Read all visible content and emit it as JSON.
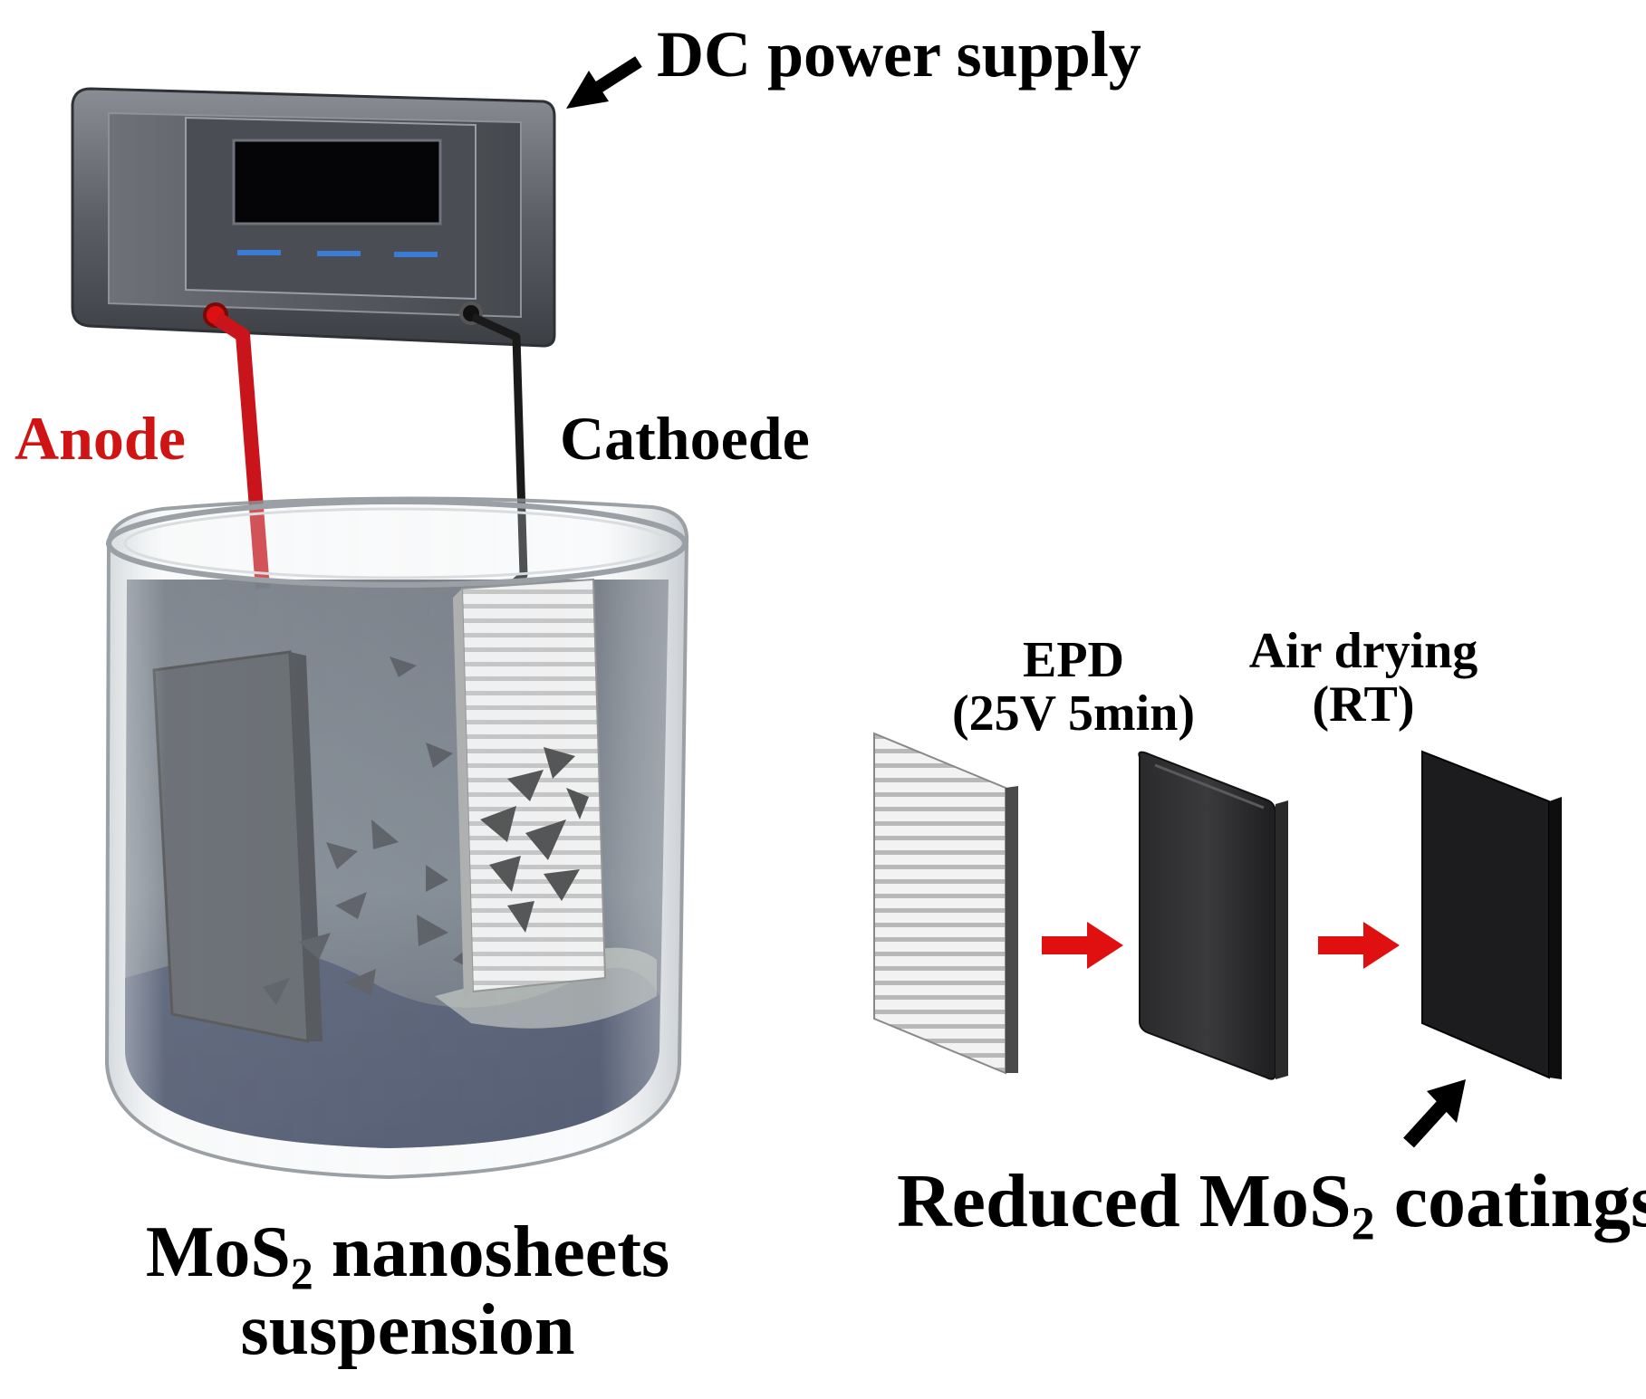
{
  "labels": {
    "power_supply": "DC power supply",
    "anode": "Anode",
    "cathode": "Cathoede",
    "epd_line1": "EPD",
    "epd_line2": "(25V 5min)",
    "air_line1": "Air drying",
    "air_line2": "(RT)",
    "reduced_prefix": "Reduced MoS",
    "reduced_sub": "2",
    "reduced_suffix": " coatings",
    "suspension_prefix": "MoS",
    "suspension_sub": "2",
    "suspension_suffix": " nanosheets",
    "suspension_line2": "suspension"
  },
  "colors": {
    "anode_wire": "#c8141a",
    "arrow_red": "#e01010",
    "cathode_wire": "#1a1a1a",
    "display_led": "#3a7bd5",
    "device_body": "#5a5e63",
    "coating": "#1c1c1e"
  },
  "icons": {
    "pointer_arrow": "black-arrow-icon",
    "process_arrow": "red-arrow-icon"
  }
}
